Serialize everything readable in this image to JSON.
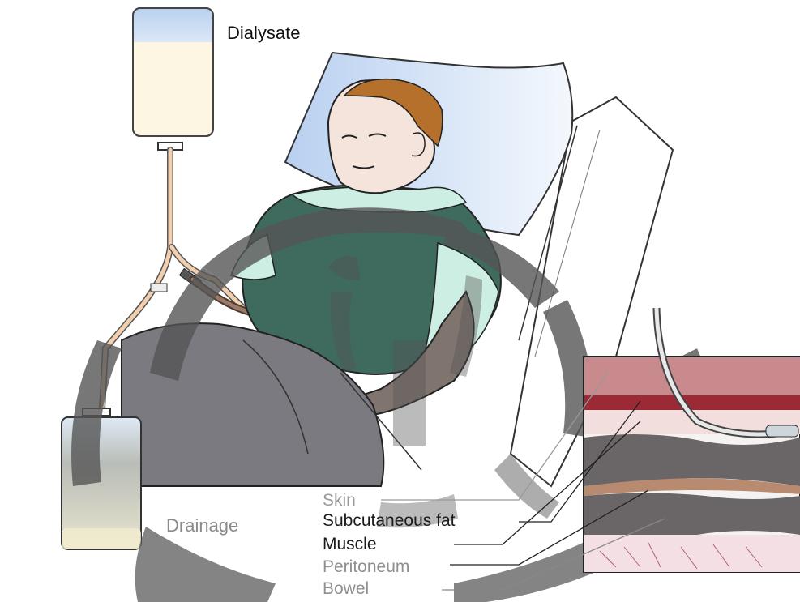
{
  "labels": {
    "dialysate": "Dialysate",
    "drainage": "Drainage",
    "layers": [
      "Skin",
      "Subcutaneous fat",
      "Muscle",
      "Peritoneum",
      "Bowel"
    ]
  },
  "colors": {
    "dialysate_fluid": "#fdf6e3",
    "bag_top": "#c9dcf3",
    "tube": "#f2cfae",
    "gown": "#3f6a5e",
    "gown_light": "#cdeee2",
    "skin": "#f4e4dc",
    "hair": "#b5712c",
    "pillow": "#c6daf2",
    "blanket": "#7a7a80",
    "tissue_skin": "#9c2a36",
    "watermark": "#555555"
  }
}
